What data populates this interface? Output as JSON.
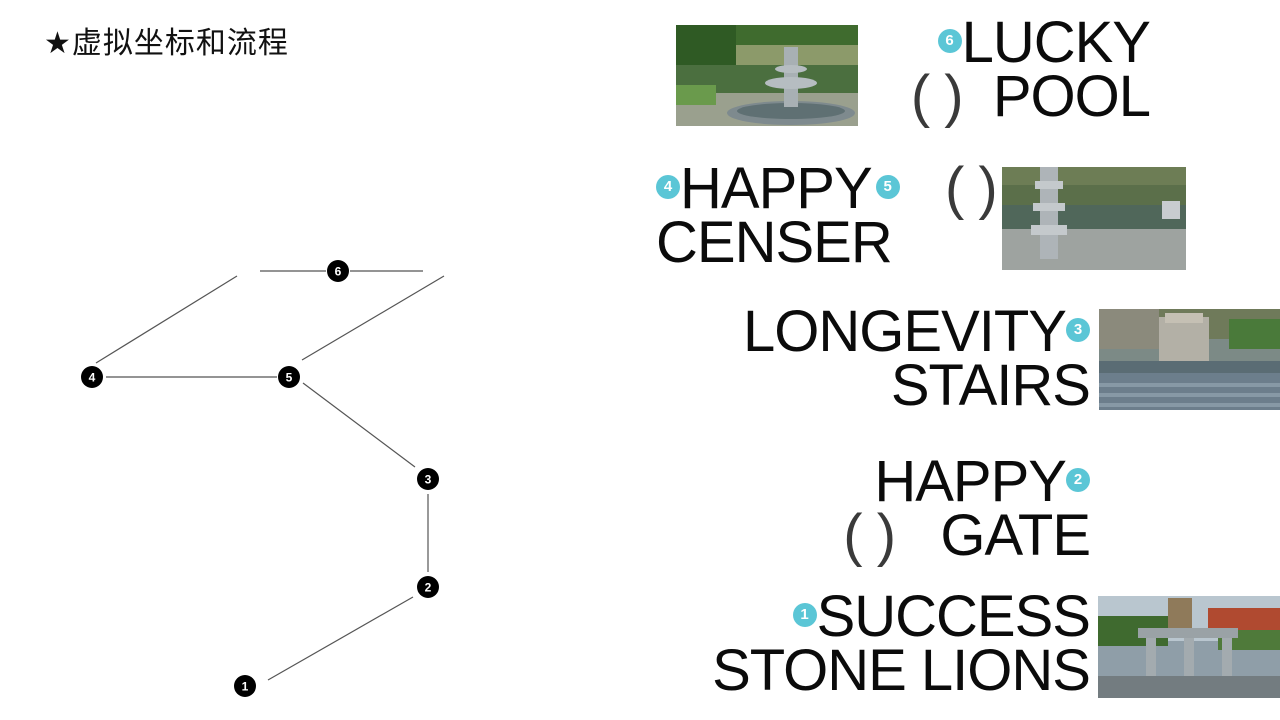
{
  "title": "★虚拟坐标和流程",
  "diagram": {
    "nodes": [
      {
        "id": "1",
        "label": "1"
      },
      {
        "id": "2",
        "label": "2"
      },
      {
        "id": "3",
        "label": "3"
      },
      {
        "id": "4",
        "label": "4"
      },
      {
        "id": "5",
        "label": "5"
      },
      {
        "id": "6",
        "label": "6"
      }
    ]
  },
  "spots": [
    {
      "num": "6",
      "line1": "LUCKY",
      "paren": "( )",
      "line2": "POOL",
      "photo": "fountain-photo"
    },
    {
      "num_left": "4",
      "line1": "HAPPY",
      "num_right": "5",
      "paren": "( )",
      "line2": "CENSER",
      "photo": "censer-photo"
    },
    {
      "line1": "LONGEVITY",
      "num": "3",
      "line2": "STAIRS",
      "photo": "stairs-photo"
    },
    {
      "line1": "HAPPY",
      "num": "2",
      "paren": "( )",
      "line2": "GATE"
    },
    {
      "num": "1",
      "line1": "SUCCESS",
      "line2": "STONE LIONS",
      "photo": "gate-photo"
    }
  ],
  "colors": {
    "badge": "#5bc6d6",
    "node": "#000000",
    "edge": "#555555"
  }
}
